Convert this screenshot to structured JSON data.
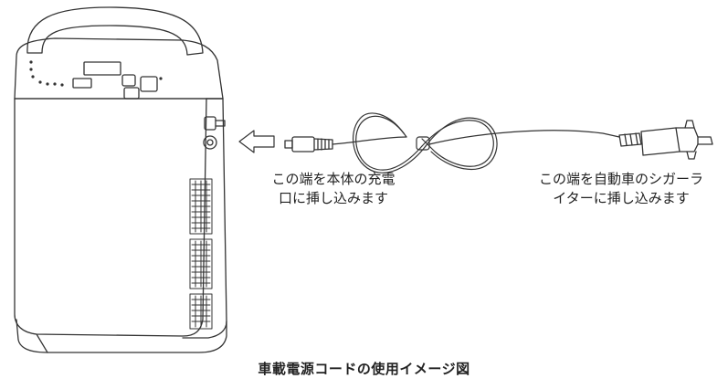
{
  "labels": {
    "device_end": {
      "line1": "この端を本体の充電",
      "line2": "口に挿し込みます"
    },
    "plug_end": {
      "line1": "この端を自動車のシガーラ",
      "line2": "イターに挿し込みます"
    }
  },
  "caption": "車載電源コードの使用イメージ図"
}
